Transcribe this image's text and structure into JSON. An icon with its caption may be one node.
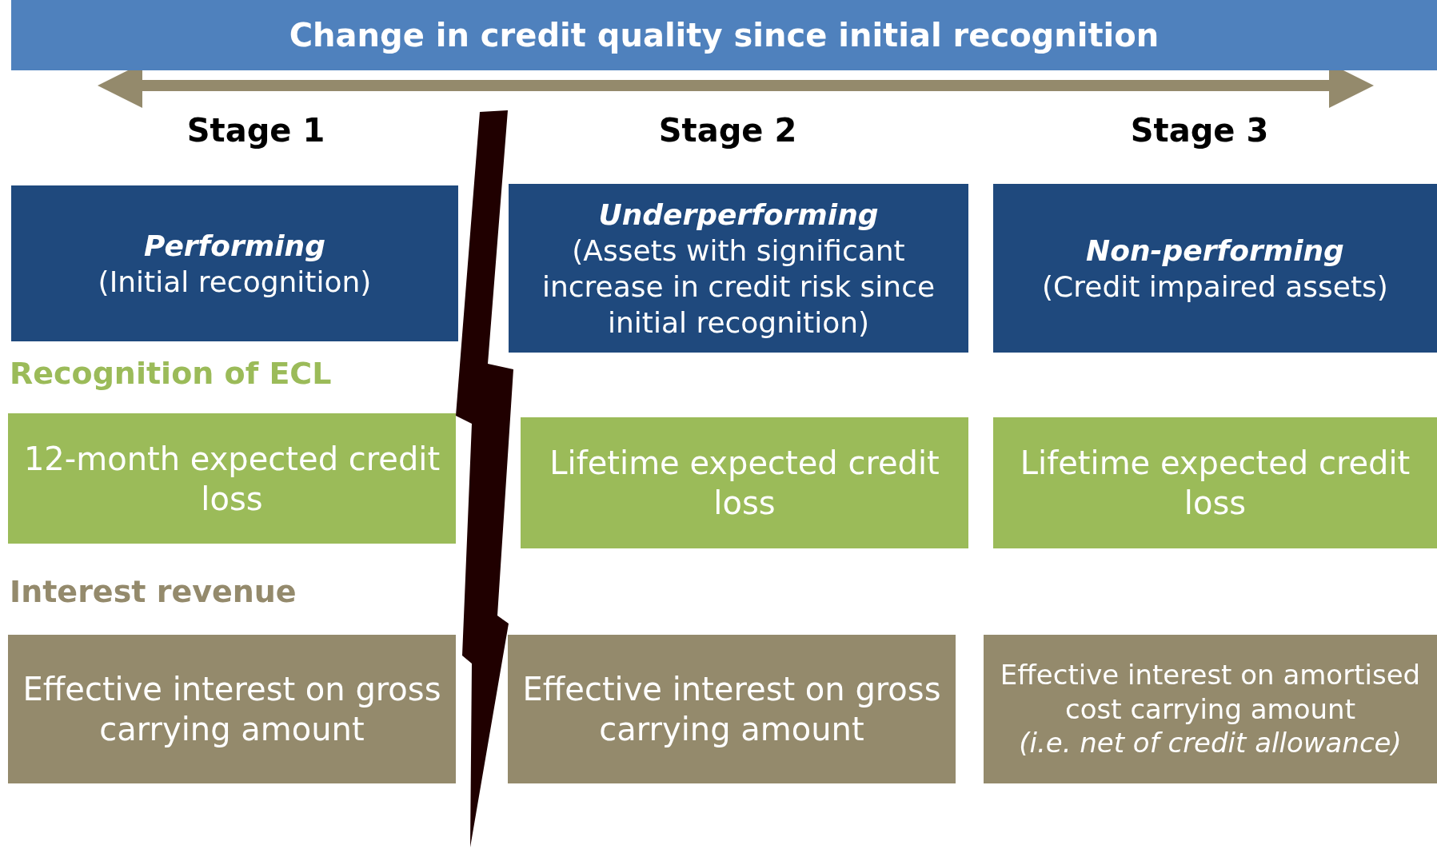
{
  "diagram": {
    "title": "Change in credit quality since initial recognition",
    "nodes": [
      {
        "text": [
          "Performing",
          "(Initial recognition)"
        ]
      },
      {
        "text": [
          "Underperforming",
          "(Assets with significant increase in credit risk since initial recognition)"
        ]
      },
      {
        "text": [
          "Non-performing",
          "(Credit impaired assets)"
        ]
      },
      {
        "text": [
          "12-month expected credit loss"
        ]
      },
      {
        "text": [
          "Lifetime expected credit loss"
        ]
      },
      {
        "text": [
          "Lifetime expected credit loss"
        ]
      },
      {
        "text": [
          "Effective interest on gross carrying amount"
        ]
      },
      {
        "text": [
          "Effective interest on gross carrying amount"
        ]
      },
      {
        "text": [
          "Effective interest on amortised cost carrying amount",
          "(i.e. net of credit allowance)"
        ]
      }
    ],
    "labels": [
      "Stage 1",
      "Stage 2",
      "Stage 3",
      "Recognition of ECL",
      "Interest revenue"
    ]
  }
}
